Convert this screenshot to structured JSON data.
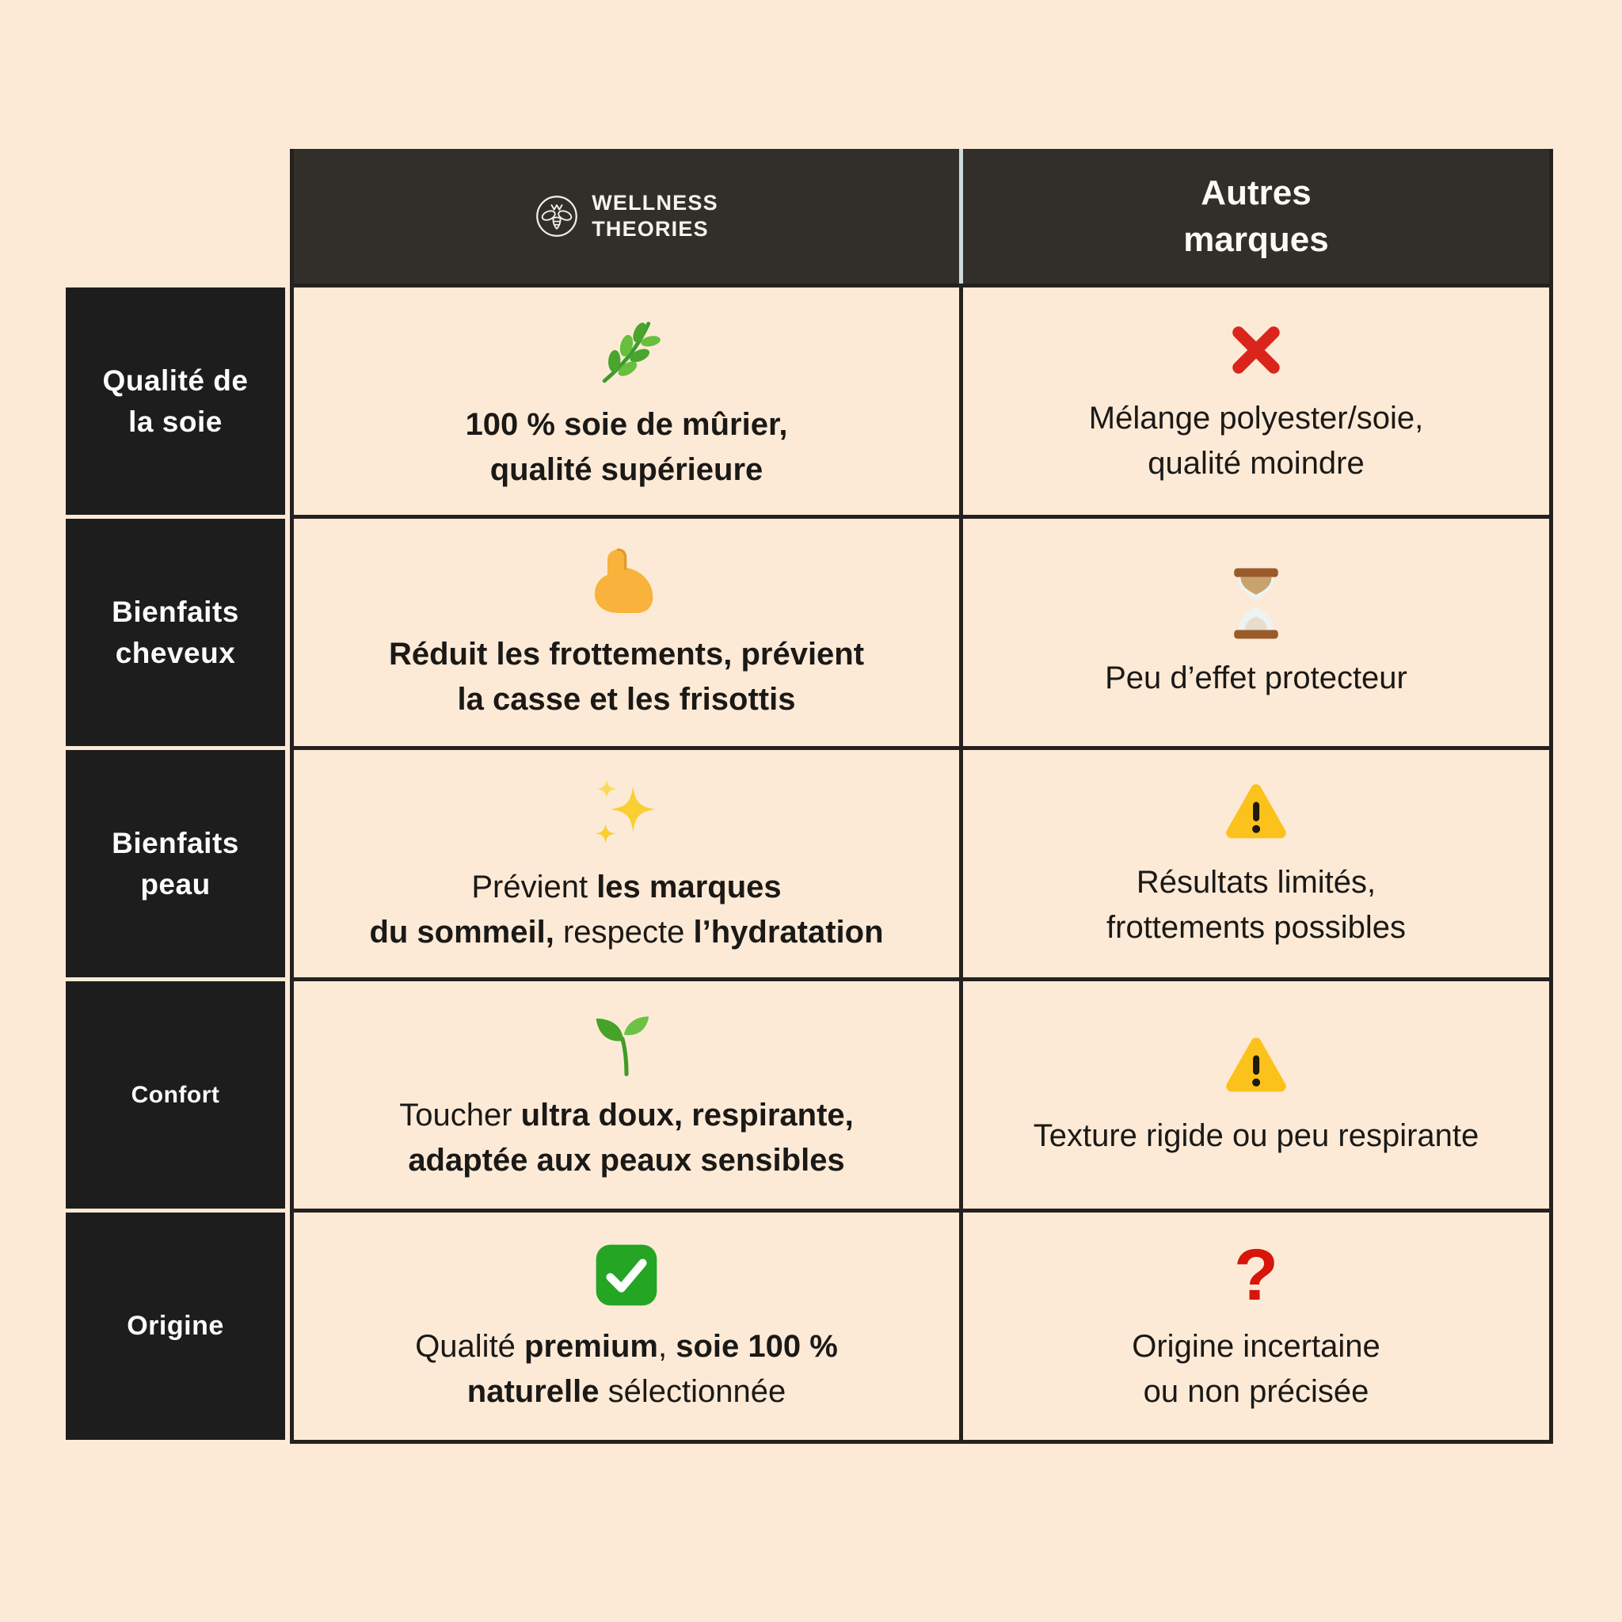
{
  "colors": {
    "background": "#fcead7",
    "header_dark": "#322e29",
    "label_dark": "#1e1d1d",
    "border_dark": "#242120",
    "header_divider": "#cddcda",
    "text_dark": "#1b1916",
    "cross_red": "#da251d",
    "question_red": "#d6150b",
    "check_green": "#24a524",
    "warning_yellow": "#fcc21c",
    "leaf_green": "#4aa52e"
  },
  "table": {
    "header": {
      "brand": {
        "logo_icon": "bee-logo-icon",
        "name": "WELLNESS\nTHEORIES"
      },
      "competitor": "Autres\nmarques"
    },
    "rows": [
      {
        "key": "qualite-de-la-soie",
        "label": "Qualité de\nla soie",
        "brand": {
          "icon": "herb-icon",
          "segments": [
            {
              "t": "100 % soie de mûrier,",
              "b": true
            },
            {
              "br": true
            },
            {
              "t": "qualité supérieure",
              "b": true
            }
          ]
        },
        "others": {
          "icon": "cross-mark-icon",
          "segments": [
            {
              "t": "Mélange polyester/soie,",
              "b": false
            },
            {
              "br": true
            },
            {
              "t": "qualité moindre",
              "b": false
            }
          ]
        }
      },
      {
        "key": "bienfaits-cheveux",
        "label": "Bienfaits\ncheveux",
        "brand": {
          "icon": "flexed-biceps-icon",
          "segments": [
            {
              "t": "Réduit les frottements, prévient",
              "b": true
            },
            {
              "br": true
            },
            {
              "t": "la casse et les frisottis",
              "b": true
            }
          ]
        },
        "others": {
          "icon": "hourglass-icon",
          "segments": [
            {
              "t": "Peu d’effet protecteur",
              "b": false
            }
          ]
        }
      },
      {
        "key": "bienfaits-peau",
        "label": "Bienfaits\npeau",
        "brand": {
          "icon": "sparkles-icon",
          "segments": [
            {
              "t": "Prévient ",
              "b": false
            },
            {
              "t": "les marques",
              "b": true
            },
            {
              "br": true
            },
            {
              "t": "du sommeil,",
              "b": true
            },
            {
              "t": " respecte ",
              "b": false
            },
            {
              "t": "l’hydratation",
              "b": true
            }
          ]
        },
        "others": {
          "icon": "warning-icon",
          "segments": [
            {
              "t": "Résultats limités,",
              "b": false
            },
            {
              "br": true
            },
            {
              "t": "frottements possibles",
              "b": false
            }
          ]
        }
      },
      {
        "key": "confort",
        "label": "Confort",
        "brand": {
          "icon": "seedling-icon",
          "segments": [
            {
              "t": "Toucher ",
              "b": false
            },
            {
              "t": "ultra doux, respirante,",
              "b": true
            },
            {
              "br": true
            },
            {
              "t": "adaptée aux peaux sensibles",
              "b": true
            }
          ]
        },
        "others": {
          "icon": "warning-icon",
          "segments": [
            {
              "t": "Texture rigide ou peu respirante",
              "b": false
            }
          ]
        }
      },
      {
        "key": "origine",
        "label": "Origine",
        "brand": {
          "icon": "check-mark-button-icon",
          "segments": [
            {
              "t": "Qualité ",
              "b": false
            },
            {
              "t": "premium",
              "b": true
            },
            {
              "t": ", ",
              "b": false
            },
            {
              "t": "soie 100 %",
              "b": true
            },
            {
              "br": true
            },
            {
              "t": "naturelle",
              "b": true
            },
            {
              "t": " sélectionnée",
              "b": false
            }
          ]
        },
        "others": {
          "icon": "red-question-mark-icon",
          "question_glyph": "?",
          "segments": [
            {
              "t": "Origine incertaine",
              "b": false
            },
            {
              "br": true
            },
            {
              "t": "ou non précisée",
              "b": false
            }
          ]
        }
      }
    ]
  }
}
